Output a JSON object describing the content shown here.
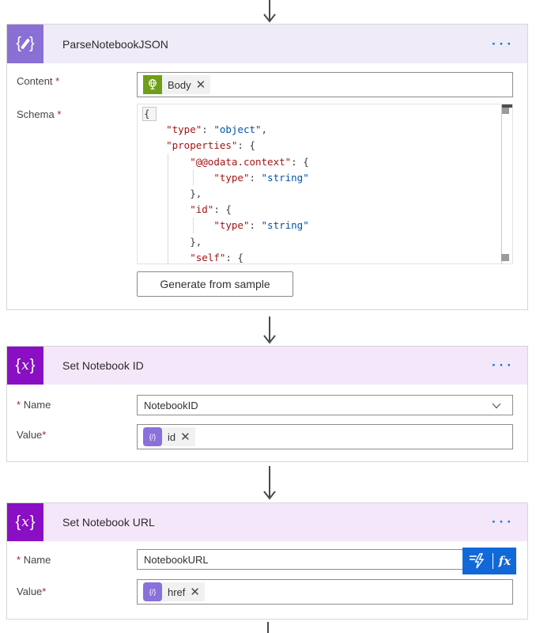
{
  "icons": {
    "more_options": "···",
    "close": "✕",
    "brace_open": "{",
    "brace_close": "}",
    "variable_x": "x",
    "token_expr_glyph": "{/}",
    "body_token_icon": "globe-icon",
    "fx_label": "fx"
  },
  "cards": [
    {
      "title": "ParseNotebookJSON",
      "content_label": "Content",
      "content_required": "*",
      "content_token": "Body",
      "schema_label": "Schema",
      "schema_required": "*",
      "generate_button": "Generate from sample",
      "schema_lines": [
        [
          [
            "punc",
            "{"
          ]
        ],
        [
          [
            "ws",
            "    "
          ],
          [
            "key",
            "\"type\""
          ],
          [
            "punc",
            ": "
          ],
          [
            "str",
            "\"object\""
          ],
          [
            "punc",
            ","
          ]
        ],
        [
          [
            "ws",
            "    "
          ],
          [
            "key",
            "\"properties\""
          ],
          [
            "punc",
            ": {"
          ]
        ],
        [
          [
            "ws",
            "        "
          ],
          [
            "key",
            "\"@@odata.context\""
          ],
          [
            "punc",
            ": {"
          ]
        ],
        [
          [
            "ws",
            "            "
          ],
          [
            "key",
            "\"type\""
          ],
          [
            "punc",
            ": "
          ],
          [
            "str",
            "\"string\""
          ]
        ],
        [
          [
            "ws",
            "        "
          ],
          [
            "punc",
            "},"
          ]
        ],
        [
          [
            "ws",
            "        "
          ],
          [
            "key",
            "\"id\""
          ],
          [
            "punc",
            ": {"
          ]
        ],
        [
          [
            "ws",
            "            "
          ],
          [
            "key",
            "\"type\""
          ],
          [
            "punc",
            ": "
          ],
          [
            "str",
            "\"string\""
          ]
        ],
        [
          [
            "ws",
            "        "
          ],
          [
            "punc",
            "},"
          ]
        ],
        [
          [
            "ws",
            "        "
          ],
          [
            "key",
            "\"self\""
          ],
          [
            "punc",
            ": {"
          ]
        ]
      ]
    },
    {
      "title": "Set Notebook ID",
      "name_label": "Name",
      "name_required": "*",
      "name_value": "NotebookID",
      "value_label": "Value",
      "value_required": "*",
      "value_token": "id"
    },
    {
      "title": "Set Notebook URL",
      "name_label": "Name",
      "name_required": "*",
      "name_value": "NotebookURL",
      "value_label": "Value",
      "value_required": "*",
      "value_token": "href",
      "flyout_fx": "fx"
    }
  ]
}
